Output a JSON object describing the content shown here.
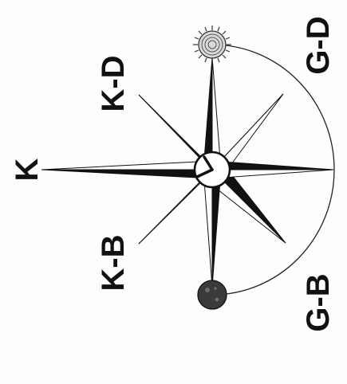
{
  "labels": {
    "k": "K",
    "k_d": "K-D",
    "k_b": "K-B",
    "g_d": "G-D",
    "g_b": "G-B"
  },
  "colors": {
    "ink": "#111111",
    "paper": "#fdfdfd",
    "sun_fill": "#d9d9d9",
    "moon_fill": "#3a3a3a"
  },
  "icons": {
    "top_marker": "sun-icon",
    "bottom_marker": "moon-icon"
  }
}
